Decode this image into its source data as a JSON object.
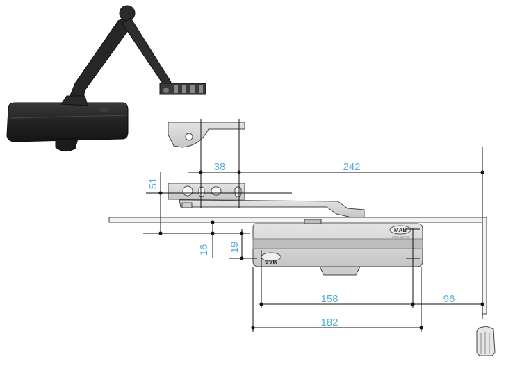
{
  "colors": {
    "dimension_text": "#5aaed6",
    "closer_body_photo": "#2b2b2b",
    "drawing_fill": "#d4d4d4",
    "drawing_stroke": "#333333"
  },
  "dimensions": {
    "arm_shoe_offset": "38",
    "total_width": "242",
    "bracket_height": "51",
    "door_edge_offset": "16",
    "body_offset": "19",
    "body_length": "158",
    "side_offset": "96",
    "overall_length": "182"
  },
  "brand": {
    "logo_text": "MAB",
    "subtitle": "ASSA ABLOY"
  }
}
